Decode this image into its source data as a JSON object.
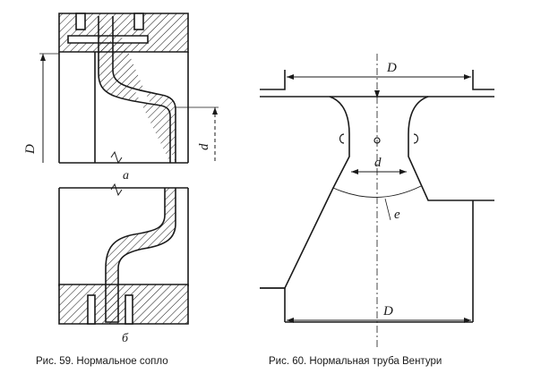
{
  "fig59": {
    "label_D": "D",
    "label_d": "d",
    "label_a": "а",
    "label_b": "б",
    "caption": "Рис.  59. Нормальное сопло"
  },
  "fig60": {
    "label_D_top": "D",
    "label_d": "d",
    "label_e": "е",
    "label_D_bottom": "D",
    "caption": "Рис. 60. Нормальная труба Вентури"
  },
  "colors": {
    "ink": "#1a1a1a",
    "paper": "#ffffff"
  }
}
